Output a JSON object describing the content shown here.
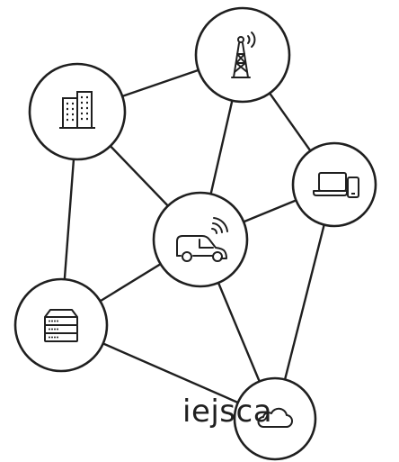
{
  "caption": "iejsca",
  "colors": {
    "stroke": "#1f1f1f",
    "background": "#ffffff"
  },
  "nodes": [
    {
      "id": "building",
      "icon": "office-building-icon"
    },
    {
      "id": "tower",
      "icon": "radio-tower-icon"
    },
    {
      "id": "devices",
      "icon": "laptop-phone-icon"
    },
    {
      "id": "van",
      "icon": "connected-van-icon"
    },
    {
      "id": "server",
      "icon": "server-icon"
    },
    {
      "id": "cloud",
      "icon": "cloud-icon"
    }
  ],
  "edges": [
    [
      "building",
      "tower"
    ],
    [
      "tower",
      "devices"
    ],
    [
      "tower",
      "van"
    ],
    [
      "building",
      "van"
    ],
    [
      "building",
      "server"
    ],
    [
      "devices",
      "van"
    ],
    [
      "devices",
      "cloud"
    ],
    [
      "van",
      "server"
    ],
    [
      "van",
      "cloud"
    ],
    [
      "server",
      "cloud"
    ]
  ]
}
